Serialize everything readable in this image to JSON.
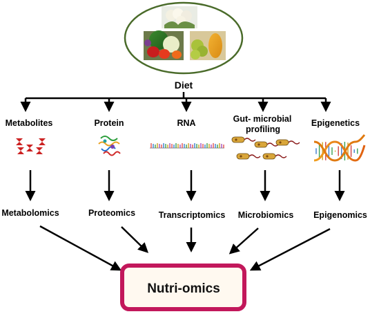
{
  "diet": {
    "label": "Diet",
    "photos": [
      "cauliflower-photo",
      "vegetables-photo",
      "fruits-photo"
    ]
  },
  "categories": [
    {
      "id": "metabolites",
      "label": "Metabolites",
      "omics": "Metabolomics",
      "icon": "metabolite-molecules-icon"
    },
    {
      "id": "protein",
      "label": "Protein",
      "omics": "Proteomics",
      "icon": "protein-structure-icon"
    },
    {
      "id": "rna",
      "label": "RNA",
      "omics": "Transcriptomics",
      "icon": "rna-strand-icon"
    },
    {
      "id": "microbial",
      "label_lines": [
        "Gut- microbial",
        "profiling"
      ],
      "omics": "Microbiomics",
      "icon": "bacteria-icon"
    },
    {
      "id": "epigenetics",
      "label": "Epigenetics",
      "omics": "Epigenomics",
      "icon": "dna-helix-icon"
    }
  ],
  "result": {
    "label": "Nutri-omics",
    "border_color": "#c2185b",
    "fill_color": "#fff9f0"
  },
  "colors": {
    "ellipse_border": "#4a6b2a",
    "arrows": "#000000",
    "metabolite_red": "#cc2222",
    "bacteria_body": "#d9a63a",
    "bacteria_flagella": "#8a1a1a"
  }
}
